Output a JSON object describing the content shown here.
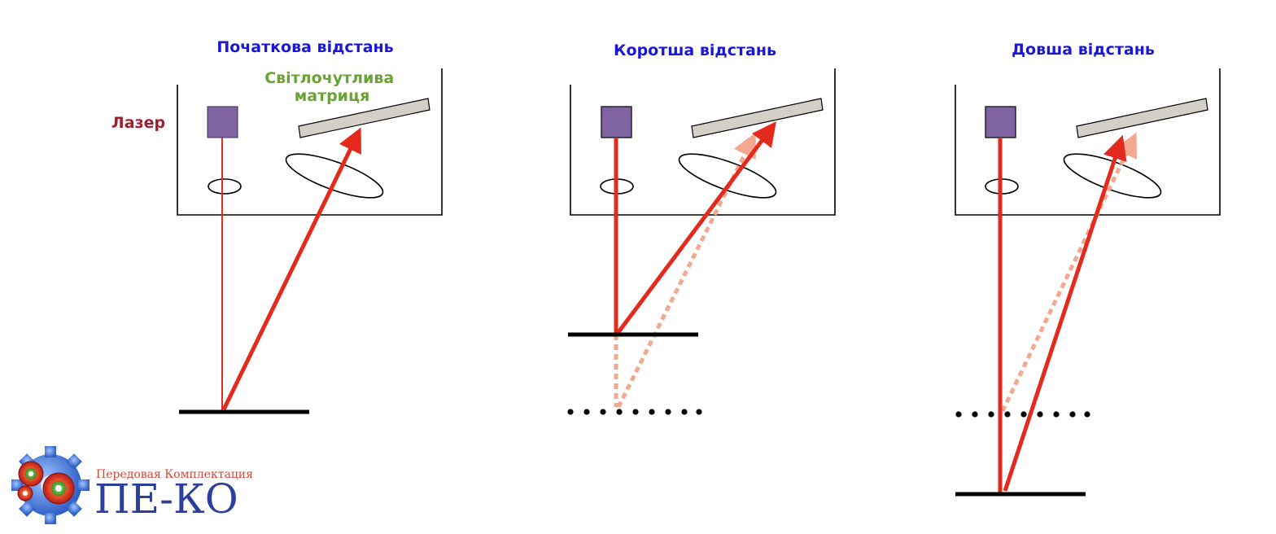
{
  "panels": [
    {
      "title": "Початкова відстань"
    },
    {
      "title": "Коротша відстань"
    },
    {
      "title": "Довша відстань"
    }
  ],
  "labels": {
    "laser": "Лазер",
    "matrix_line1": "Світлочутлива",
    "matrix_line2": "матриця"
  },
  "logo": {
    "tagline": "Передовая Комплектация",
    "name": "ПЕ-КО"
  },
  "colors": {
    "title": "#1a17d6",
    "laser_label": "#a01f2e",
    "matrix_label": "#6aa334",
    "laser_body": "#8064a2",
    "sensor": "#d4d0c8",
    "beam": "#e42a1d",
    "beam_ghost": "#f2a98f",
    "logo_text": "#2d3f9e",
    "logo_tagline": "#d8453a"
  }
}
